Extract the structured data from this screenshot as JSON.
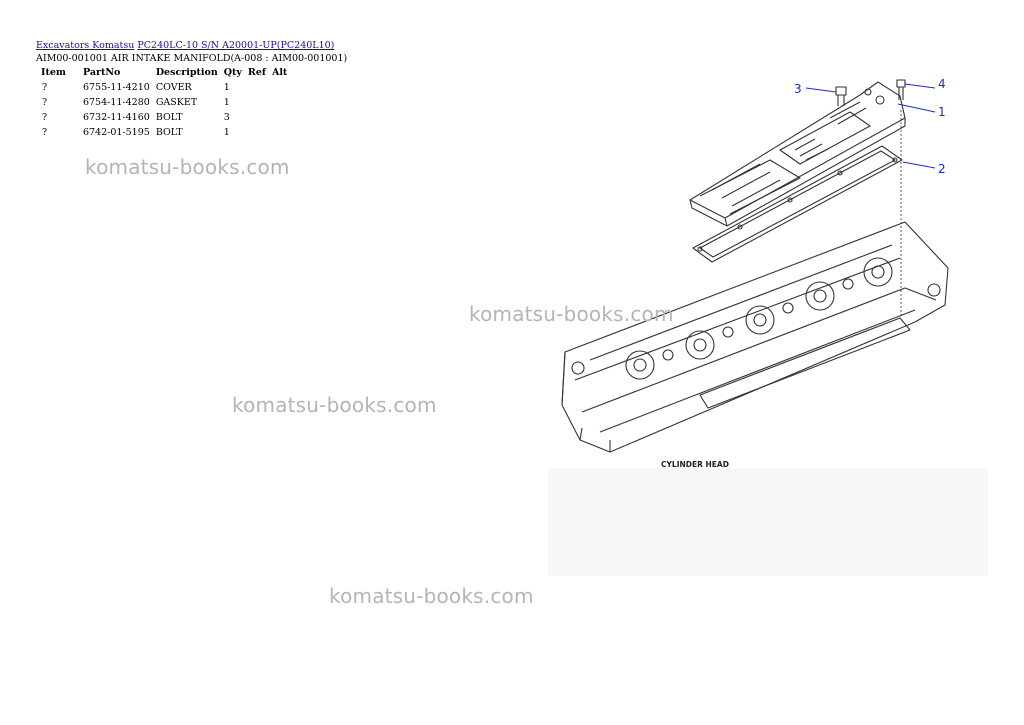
{
  "breadcrumb": {
    "crumb1": "Excavators Komatsu",
    "crumb2": "PC240LC-10 S/N A20001-UP(PC240L10)"
  },
  "section_title": "AIM00-001001 AIR INTAKE MANIFOLD(A-008 : AIM00-001001)",
  "table": {
    "headers": [
      "Item",
      "PartNo",
      "Description",
      "Qty",
      "Ref",
      "Alt"
    ],
    "rows": [
      {
        "item": "?",
        "partno": "6755-11-4210",
        "description": "COVER",
        "qty": "1",
        "ref": "",
        "alt": ""
      },
      {
        "item": "?",
        "partno": "6754-11-4280",
        "description": "GASKET",
        "qty": "1",
        "ref": "",
        "alt": ""
      },
      {
        "item": "?",
        "partno": "6732-11-4160",
        "description": "BOLT",
        "qty": "3",
        "ref": "",
        "alt": ""
      },
      {
        "item": "?",
        "partno": "6742-01-5195",
        "description": "BOLT",
        "qty": "1",
        "ref": "",
        "alt": ""
      }
    ]
  },
  "watermarks": [
    "komatsu-books.com",
    "komatsu-books.com",
    "komatsu-books.com",
    "komatsu-books.com"
  ],
  "diagram": {
    "caption": "CYLINDER HEAD",
    "callouts": [
      "1",
      "2",
      "3",
      "4"
    ],
    "callout_color": "#1a2fb5"
  }
}
